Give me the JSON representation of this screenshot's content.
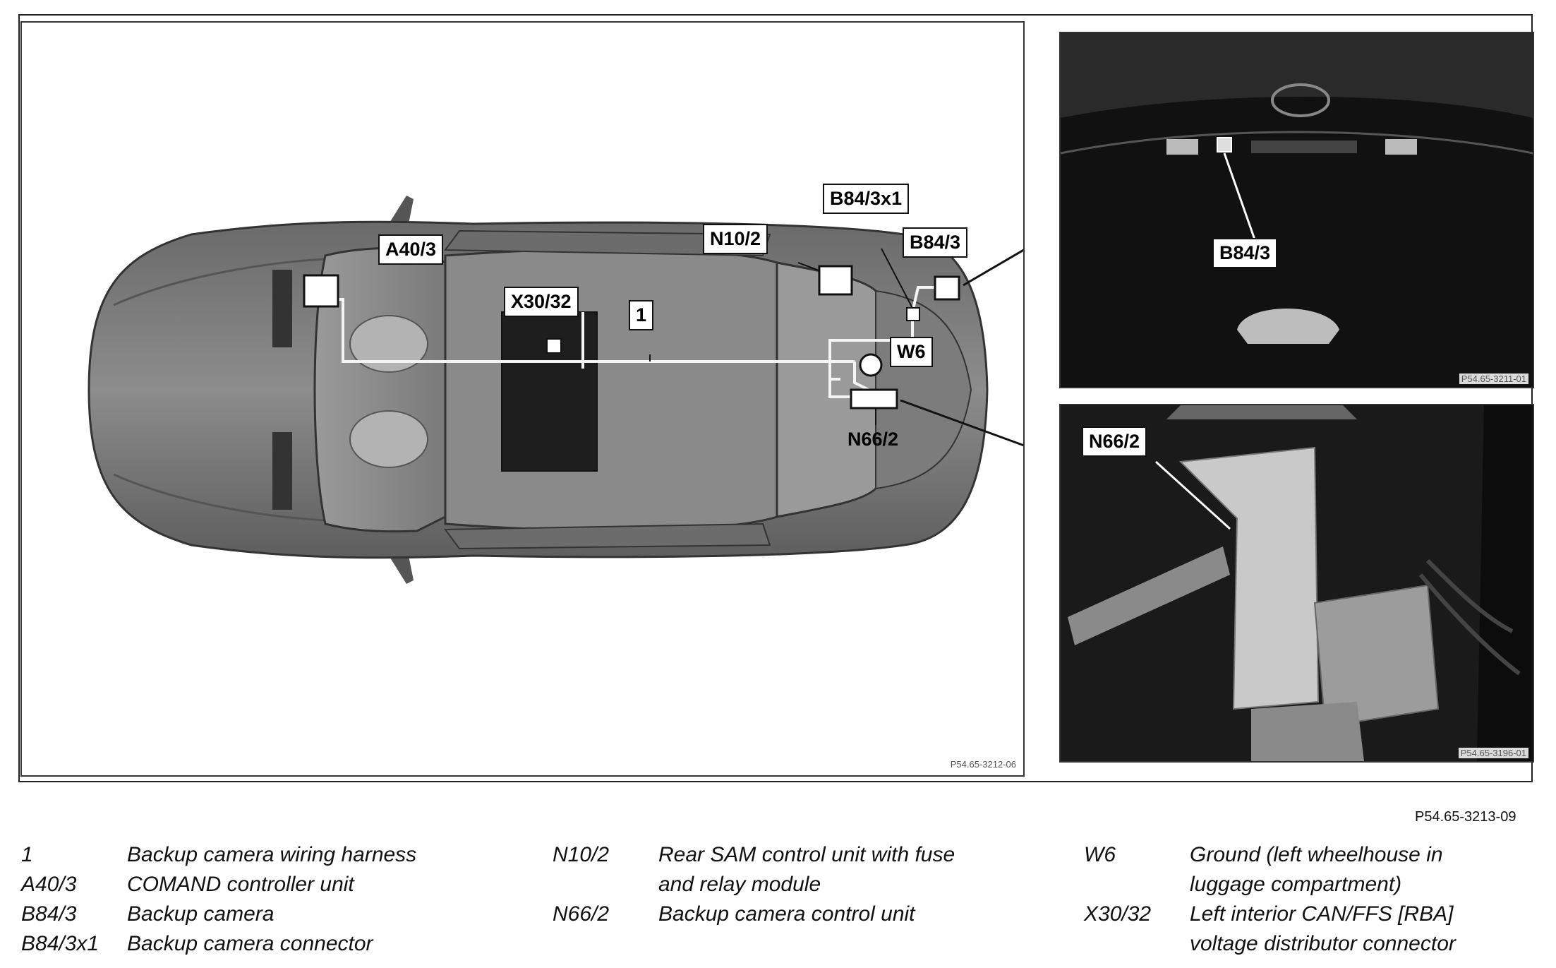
{
  "figure_code": "P54.65-3213-09",
  "main_ref": "P54.65-3212-06",
  "detail_top_ref": "P54.65-3211-01",
  "detail_bottom_ref": "P54.65-3196-01",
  "callouts": {
    "a40_3": "A40/3",
    "x30_32": "X30/32",
    "one": "1",
    "n10_2": "N10/2",
    "b84_3x1": "B84/3x1",
    "b84_3": "B84/3",
    "w6": "W6",
    "n66_2": "N66/2",
    "b84_3_detail": "B84/3",
    "n66_2_detail": "N66/2"
  },
  "legend": {
    "col1": [
      {
        "code": "1",
        "desc": "Backup camera wiring harness"
      },
      {
        "code": "A40/3",
        "desc": "COMAND controller unit"
      },
      {
        "code": "B84/3",
        "desc": "Backup camera"
      },
      {
        "code": "B84/3x1",
        "desc": "Backup camera connector"
      }
    ],
    "col2": [
      {
        "code": "N10/2",
        "desc": "Rear SAM control unit with fuse"
      },
      {
        "code": "",
        "desc": "and relay module"
      },
      {
        "code": "N66/2",
        "desc": "Backup camera control unit"
      }
    ],
    "col3": [
      {
        "code": "W6",
        "desc": "Ground (left wheelhouse in"
      },
      {
        "code": "",
        "desc": "luggage compartment)"
      },
      {
        "code": "X30/32",
        "desc": "Left interior CAN/FFS [RBA]"
      },
      {
        "code": "",
        "desc": "voltage distributor connector"
      }
    ]
  }
}
